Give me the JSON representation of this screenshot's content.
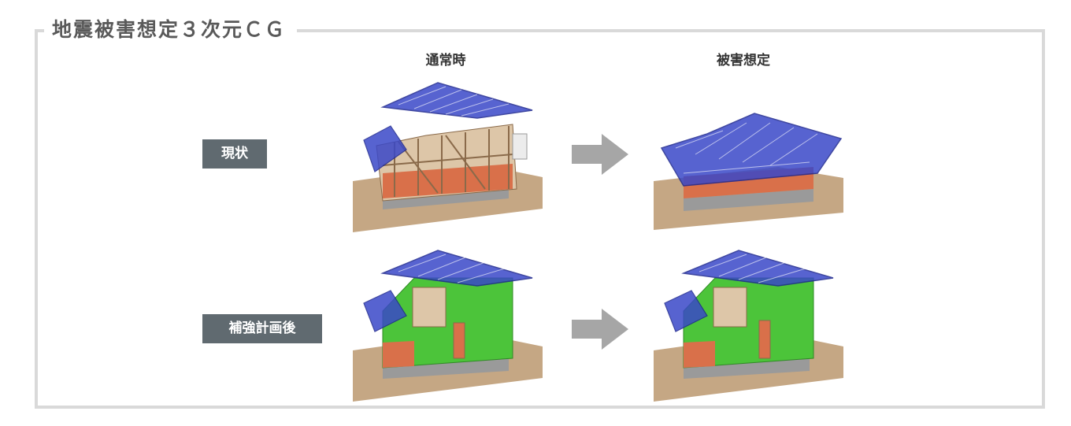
{
  "title": "地震被害想定３次元ＣＧ",
  "columns": {
    "normal": "通常時",
    "damage": "被害想定"
  },
  "rows": {
    "current": "現状",
    "reinforced": "補強計画後"
  },
  "colors": {
    "frame": "#d9d9d9",
    "label_bg": "#606a70",
    "roof_blue": "#2a34a8",
    "wall_green": "#4cc43a",
    "floor_orange": "#d9704a",
    "ground": "#c5a784",
    "arrow": "#a6a6a6"
  }
}
